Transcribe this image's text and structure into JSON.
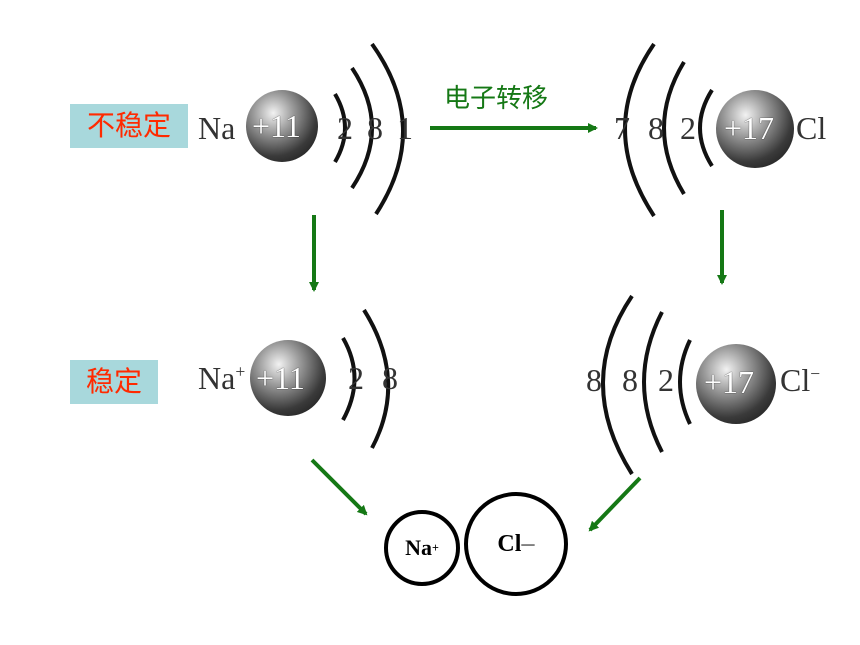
{
  "labels": {
    "unstable": "不稳定",
    "stable": "稳定",
    "transfer": "电子转移"
  },
  "na_atom": {
    "symbol": "Na",
    "nucleus": "+11",
    "shells": [
      "2",
      "8",
      "1"
    ]
  },
  "cl_atom": {
    "symbol": "Cl",
    "nucleus": "+17",
    "shells": [
      "7",
      "8",
      "2"
    ]
  },
  "na_ion": {
    "symbol": "Na",
    "charge": "+",
    "nucleus": "+11",
    "shells": [
      "2",
      "8"
    ]
  },
  "cl_ion": {
    "symbol": "Cl",
    "charge": "−",
    "nucleus": "+17",
    "shells": [
      "8",
      "8",
      "2"
    ]
  },
  "product": {
    "na": "Na",
    "na_charge": "+",
    "cl": "Cl",
    "cl_charge": "—"
  },
  "colors": {
    "arrow": "#157815",
    "label_bg": "#a8d8dc",
    "label_text": "#ff2a00"
  }
}
